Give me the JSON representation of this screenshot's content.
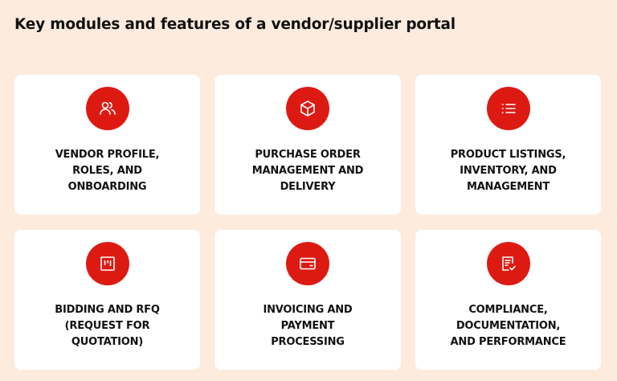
{
  "title": "Key modules and features of a vendor/supplier portal",
  "colors": {
    "background": "#fdebdd",
    "card": "#ffffff",
    "accent": "#dc1a12",
    "text": "#111111"
  },
  "modules": [
    {
      "icon": "users-icon",
      "label": "VENDOR PROFILE,\nROLES, AND\nONBOARDING"
    },
    {
      "icon": "box-icon",
      "label": "PURCHASE ORDER\nMANAGEMENT AND\nDELIVERY"
    },
    {
      "icon": "list-icon",
      "label": "PRODUCT LISTINGS,\nINVENTORY, AND\nMANAGEMENT"
    },
    {
      "icon": "kanban-icon",
      "label": "BIDDING AND RFQ\n(REQUEST FOR\nQUOTATION)"
    },
    {
      "icon": "credit-card-icon",
      "label": "INVOICING AND\nPAYMENT\nPROCESSING"
    },
    {
      "icon": "document-check-icon",
      "label": "COMPLIANCE,\nDOCUMENTATION,\nAND PERFORMANCE"
    }
  ]
}
